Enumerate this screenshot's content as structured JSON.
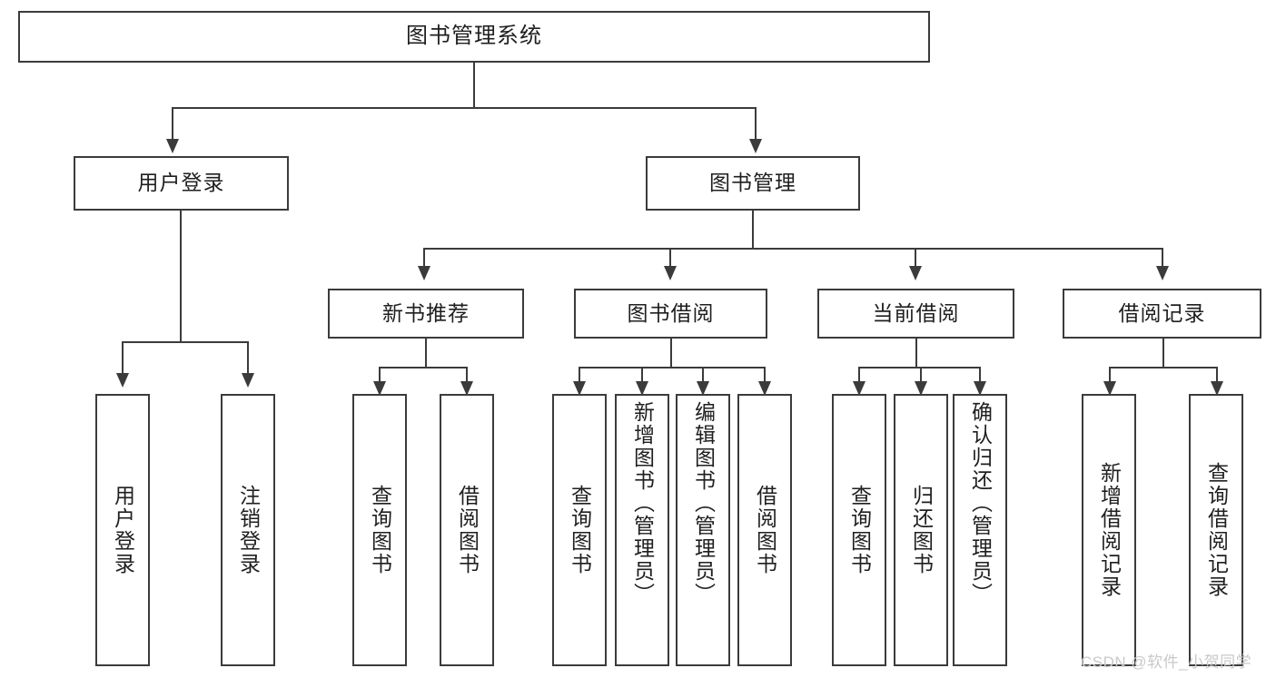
{
  "diagram": {
    "type": "tree-hierarchy-chart",
    "title": "图书管理系统",
    "colors": {
      "box_border": "#3b3b3b",
      "box_fill": "#ffffff",
      "line": "#3b3b3b",
      "text": "#1f1f1f",
      "watermark": "#c9c9c9",
      "background": "#ffffff"
    },
    "root": {
      "label": "图书管理系统"
    },
    "level2": [
      {
        "id": "user-login",
        "label": "用户登录"
      },
      {
        "id": "book-management",
        "label": "图书管理"
      }
    ],
    "level3": [
      {
        "id": "new-book-recommend",
        "label": "新书推荐",
        "parent": "book-management"
      },
      {
        "id": "book-borrow",
        "label": "图书借阅",
        "parent": "book-management"
      },
      {
        "id": "current-borrow",
        "label": "当前借阅",
        "parent": "book-management"
      },
      {
        "id": "borrow-record",
        "label": "借阅记录",
        "parent": "book-management"
      }
    ],
    "leaves": {
      "user-login": [
        {
          "id": "leaf-user-login",
          "label": "用户登录"
        },
        {
          "id": "leaf-logout-login",
          "label": "注销登录"
        }
      ],
      "new-book-recommend": [
        {
          "id": "leaf-query-book-1",
          "label": "查询图书"
        },
        {
          "id": "leaf-borrow-book-1",
          "label": "借阅图书"
        }
      ],
      "book-borrow": [
        {
          "id": "leaf-query-book-2",
          "label": "查询图书"
        },
        {
          "id": "leaf-add-book",
          "label": "新增图书（管理员）"
        },
        {
          "id": "leaf-edit-book",
          "label": "编辑图书（管理员）"
        },
        {
          "id": "leaf-borrow-book-2",
          "label": "借阅图书"
        }
      ],
      "current-borrow": [
        {
          "id": "leaf-query-book-3",
          "label": "查询图书"
        },
        {
          "id": "leaf-return-book",
          "label": "归还图书"
        },
        {
          "id": "leaf-confirm-return",
          "label": "确认归还（管理员）"
        }
      ],
      "borrow-record": [
        {
          "id": "leaf-add-record",
          "label": "新增借阅记录"
        },
        {
          "id": "leaf-query-record",
          "label": "查询借阅记录"
        }
      ]
    },
    "watermark": {
      "text": "CSDN @软件_小贺同学"
    }
  }
}
